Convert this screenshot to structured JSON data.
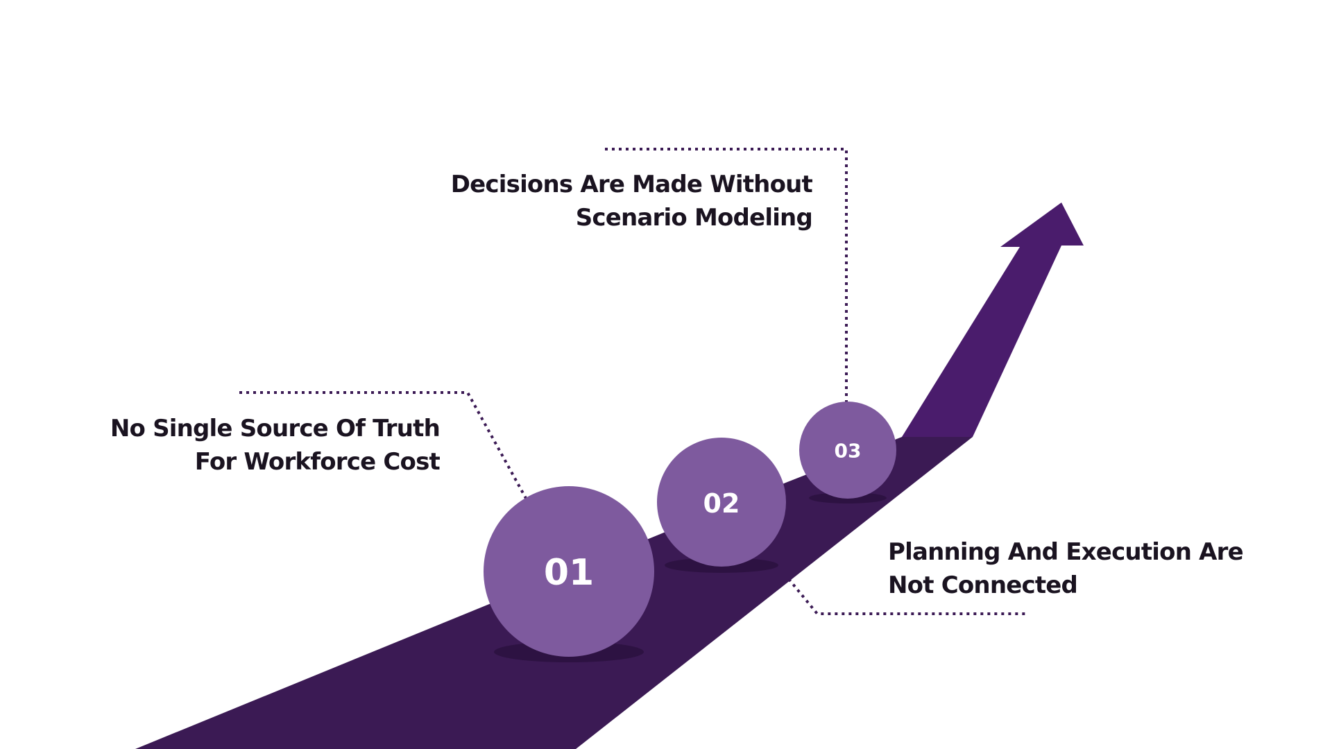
{
  "steps": [
    {
      "number": "01",
      "line1": "No Single Source Of Truth",
      "line2": "For Workforce Cost"
    },
    {
      "number": "02",
      "line1": "Planning And Execution Are",
      "line2": "Not Connected"
    },
    {
      "number": "03",
      "line1": "Decisions Are Made Without",
      "line2": "Scenario Modeling"
    }
  ],
  "colors": {
    "road": "#3b1a54",
    "arrow": "#4a1c6c",
    "ball": "#7e5a9e",
    "leader_line": "#3b1a54",
    "text": "#1a1320"
  }
}
